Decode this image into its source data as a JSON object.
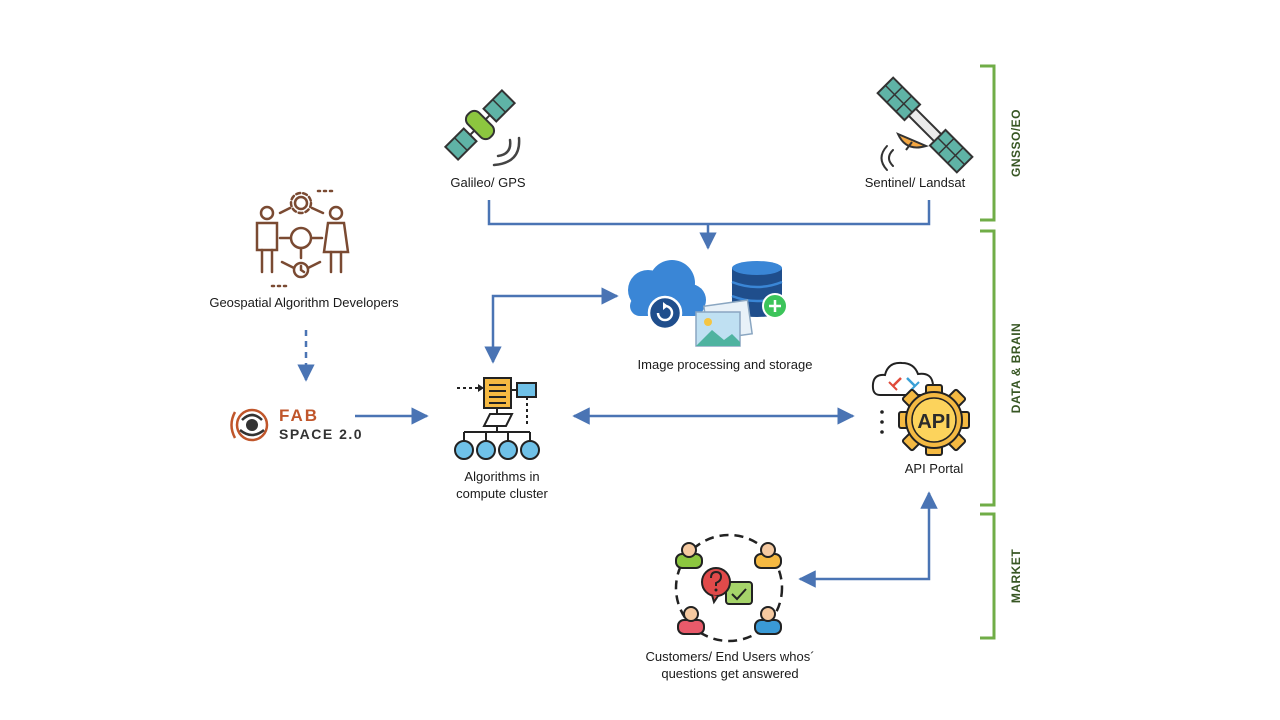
{
  "nodes": {
    "galileo": {
      "label": "Galileo/ GPS",
      "icon": "satellite-icon"
    },
    "sentinel": {
      "label": "Sentinel/ Landsat",
      "icon": "satellite-icon"
    },
    "developers": {
      "label": "Geospatial Algorithm Developers",
      "icon": "developers-icon"
    },
    "storage": {
      "label": "Image processing and storage",
      "icon": "cloud-storage-icon"
    },
    "fabspace": {
      "line1": "FAB",
      "line2": "SPACE 2.0",
      "icon": "fabspace-logo"
    },
    "algorithms": {
      "line1": "Algorithms in",
      "line2": "compute cluster",
      "icon": "algorithm-icon"
    },
    "api": {
      "label": "API Portal",
      "badge": "API",
      "icon": "api-gear-icon"
    },
    "customers": {
      "line1": "Customers/ End Users whos´",
      "line2": "questions get answered",
      "icon": "customers-icon"
    }
  },
  "sections": [
    {
      "label": "GNSSO/EO"
    },
    {
      "label": "DATA & BRAIN"
    },
    {
      "label": "MARKET"
    }
  ],
  "colors": {
    "arrow": "#4a74b4",
    "section_bracket": "#70ad47",
    "section_text": "#375623",
    "fab": "#c0562b",
    "satellite_panel": "#5fb3a6",
    "satellite_body": "#8cc63f",
    "cloud": "#3a86d6",
    "database": "#1f4e8c",
    "api_gear": "#f4b942",
    "algorithm_node": "#6fc1e8"
  }
}
